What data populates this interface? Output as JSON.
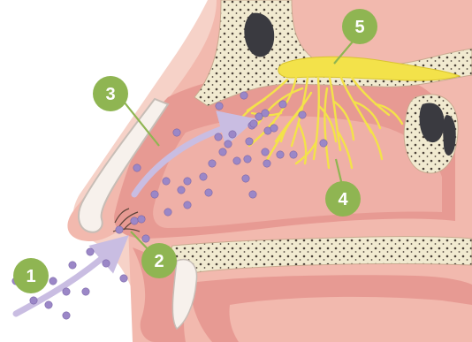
{
  "diagram": {
    "callouts": [
      {
        "id": "1",
        "label": "1"
      },
      {
        "id": "2",
        "label": "2"
      },
      {
        "id": "3",
        "label": "3"
      },
      {
        "id": "4",
        "label": "4"
      },
      {
        "id": "5",
        "label": "5"
      }
    ]
  },
  "colors": {
    "badge": "#8fb552",
    "skin": "#f2b9ae",
    "mucosa": "#e79a93",
    "bone": "#f1ead0",
    "nerve": "#f3e24a",
    "molecule": "#9b87c7",
    "arrow": "#c9bde2",
    "cavity": "#3a3a40"
  }
}
